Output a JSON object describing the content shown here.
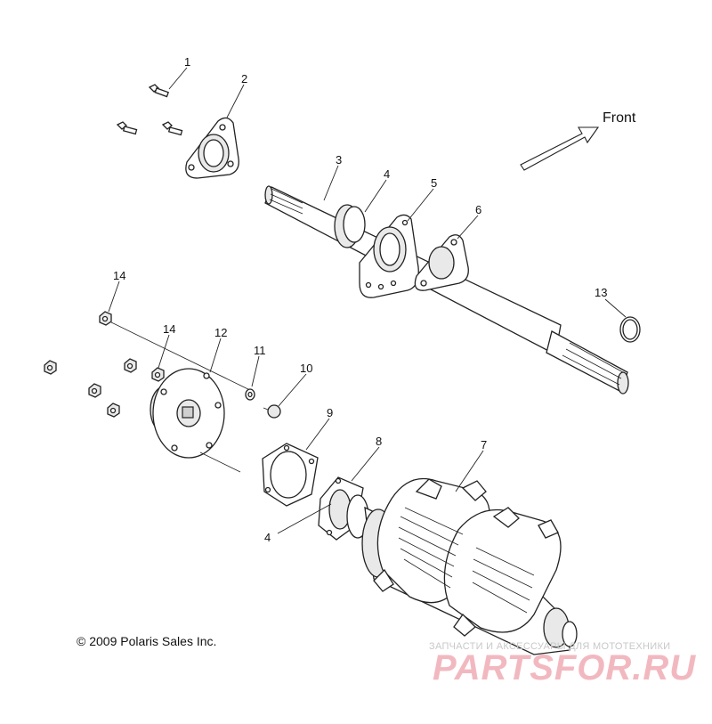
{
  "diagram": {
    "front_label": "Front",
    "copyright": "© 2009 Polaris Sales Inc.",
    "watermark_top": "ЗАПЧАСТИ И АКСЕССУАРЫ ДЛЯ МОТОТЕХНИКИ",
    "watermark_logo": "PARTSFOR.RU",
    "callouts": [
      {
        "label": "1"
      },
      {
        "label": "2"
      },
      {
        "label": "3"
      },
      {
        "label": "4"
      },
      {
        "label": "5"
      },
      {
        "label": "6"
      },
      {
        "label": "13"
      },
      {
        "label": "14"
      },
      {
        "label": "14"
      },
      {
        "label": "12"
      },
      {
        "label": "11"
      },
      {
        "label": "10"
      },
      {
        "label": "9"
      },
      {
        "label": "8"
      },
      {
        "label": "7"
      },
      {
        "label": "4"
      }
    ]
  }
}
